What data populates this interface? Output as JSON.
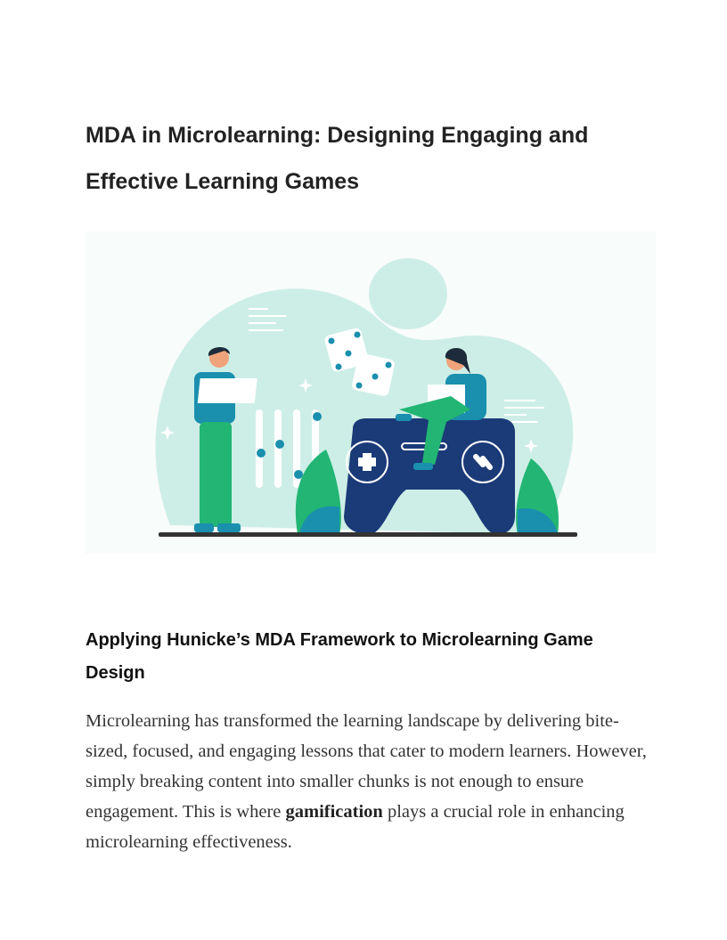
{
  "article": {
    "title": "MDA in Microlearning: Designing Engaging and Effective Learning Games",
    "hero_image": "illustration-two-people-with-laptops-and-game-controller",
    "section_heading": "Applying Hunicke’s MDA Framework to Microlearning Game Design",
    "paragraph": {
      "before": "Microlearning has transformed the learning landscape by delivering bite-sized, focused, and engaging lessons that cater to modern learners. However, simply breaking content into smaller chunks is not enough to ensure engagement. This is where ",
      "bold": "gamification",
      "after": " plays a crucial role in enhancing microlearning effectiveness."
    }
  },
  "colors": {
    "blob": "#cdeee6",
    "teal": "#1a8fae",
    "green": "#22b573",
    "navy": "#1b3a78"
  }
}
